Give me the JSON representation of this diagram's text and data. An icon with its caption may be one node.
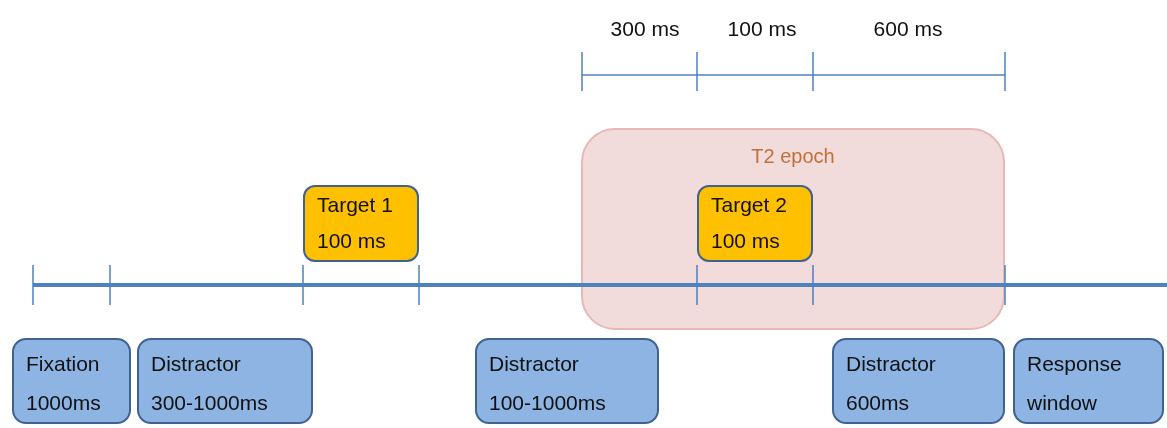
{
  "diagram": {
    "nodes": [
      {
        "text": [
          "T2 epoch"
        ]
      },
      {
        "text": [
          "Target 1",
          "100 ms"
        ]
      },
      {
        "text": [
          "Target 2",
          "100 ms"
        ],
        "in": 0
      },
      {
        "text": [
          "Fixation",
          "1000ms"
        ]
      },
      {
        "text": [
          "Distractor",
          "300-1000ms"
        ]
      },
      {
        "text": [
          "Distractor",
          "100-1000ms"
        ]
      },
      {
        "text": [
          "Distractor",
          "600ms"
        ]
      },
      {
        "text": [
          "Response",
          "window"
        ]
      }
    ],
    "labels": [
      "300 ms",
      "100 ms",
      "600 ms"
    ]
  }
}
